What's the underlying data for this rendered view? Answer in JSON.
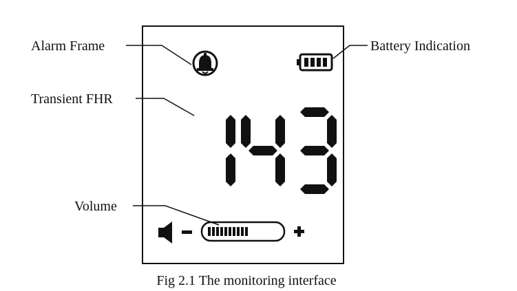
{
  "figure": {
    "caption": "Fig 2.1 The monitoring interface"
  },
  "labels": {
    "alarm_frame": "Alarm Frame",
    "battery_indication": "Battery Indication",
    "transient_fhr": "Transient FHR",
    "volume": "Volume"
  },
  "display": {
    "fhr_value": "143",
    "battery_level_bars": 4,
    "battery_level_max": 4,
    "volume_level": 0.6,
    "volume_minus": "−",
    "volume_plus": "+",
    "icons": [
      "alarm-bell-icon",
      "battery-icon",
      "speaker-icon"
    ]
  },
  "colors": {
    "segment": "#111111",
    "background": "#ffffff"
  }
}
